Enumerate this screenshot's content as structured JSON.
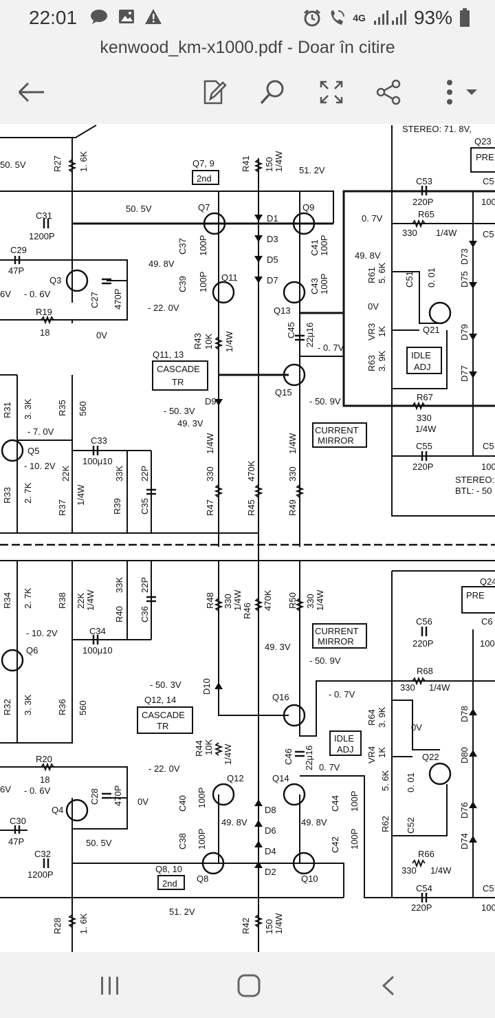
{
  "status": {
    "time": "22:01",
    "network": "4G",
    "battery": "93%",
    "icons": [
      "chat-bubble-icon",
      "image-icon",
      "warning-icon",
      "alarm-icon",
      "wifi-call-icon",
      "signal-icon",
      "battery-icon"
    ]
  },
  "document": {
    "title": "kenwood_km-x1000.pdf - Doar în citire"
  },
  "toolbar": {
    "buttons": [
      "back-icon",
      "edit-pdf-icon",
      "search-icon",
      "fit-screen-icon",
      "share-icon",
      "more-options-icon"
    ]
  },
  "schematic": {
    "labels": {
      "stereo_top": "STEREO: 71. 8V,",
      "q23_pre": "Q23",
      "pre_top": "PRE",
      "v505_top": "50. 5V",
      "r27": "R27",
      "r27_val": "1. 6K",
      "r41": "R41",
      "r41_val": "150",
      "r41_w": "1/4W",
      "q7_9": "Q7, 9",
      "second_top": "2nd",
      "v512_top": "51. 2V",
      "c53": "C53",
      "c53_val": "220P",
      "c31": "C31",
      "c31_val": "1200P",
      "v505_mid": "50. 5V",
      "q7": "Q7",
      "d1": "D1",
      "q9": "Q9",
      "v07_top": "0. 7V",
      "r65": "R65",
      "r65_val": "330",
      "r65_w": "1/4W",
      "c29": "C29",
      "c29_val": "47P",
      "c37": "C37",
      "c37_val": "100P",
      "d3": "D3",
      "c41": "C41",
      "c41_val": "100P",
      "d73": "D73",
      "q3": "Q3",
      "d5": "D5",
      "v498_top": "49. 8V",
      "v498_right": "49. 8V",
      "r61": "R61",
      "r61_val": "5. 6K",
      "c51": "C51",
      "c51_val": "0. 01",
      "d75": "D75",
      "neg06_top": "- 0. 6V",
      "c27": "C27",
      "c27_val": "470P",
      "c39": "C39",
      "c39_val": "100P",
      "q11": "Q11",
      "d7": "D7",
      "c43": "C43",
      "c43_val": "100P",
      "v6_left": "6V",
      "r19": "R19",
      "r19_val": "18",
      "neg22_top": "- 22. 0V",
      "q13": "Q13",
      "v0_right": "0V",
      "q21": "Q21",
      "c45": "C45",
      "c45_val": "22μ16",
      "vr3": "VR3",
      "vr3_val": "1K",
      "d79": "D79",
      "v0_mid": "0V",
      "r43": "R43",
      "r43_val": "10K",
      "r43_w": "1/4W",
      "neg07_mid": "- 0. 7V",
      "q11_13": "Q11, 13",
      "cascade_tr": "CASCADE",
      "tr": "TR",
      "r63": "R63",
      "r63_val": "3. 9K",
      "idle": "IDLE",
      "adj": "ADJ",
      "d77": "D77",
      "q15": "Q15",
      "neg503_top": "- 50. 3V",
      "d9": "D9",
      "neg509_top": "- 50. 9V",
      "r67": "R67",
      "r67_val": "330",
      "r67_w": "1/4W",
      "r31": "R31",
      "r31_val": "3. 3K",
      "r35": "R35",
      "r35_val": "560",
      "v493_top": "49. 3V",
      "current": "CURRENT",
      "mirror": "MIRROR",
      "neg70": "- 7. 0V",
      "c33": "C33",
      "c33_val": "100μ10",
      "c55": "C55",
      "c55_val": "220P",
      "q5": "Q5",
      "neg102_top": "- 10. 2V",
      "r37_val": "22K",
      "r47_val": "330",
      "r47_w": "1/4W",
      "r45_val": "470K",
      "r49_val": "330",
      "r49_w": "1/4W",
      "stereo_btl": "STEREO:",
      "btl": "BTL: - 50",
      "r33": "R33",
      "r33_val": "2. 7K",
      "r37": "R37",
      "r37_w": "1/4W",
      "r39": "R39",
      "r39_val": "33K",
      "c35": "C35",
      "c35_val": "22P",
      "r47": "R47",
      "r45": "R45",
      "r49": "R49",
      "q24": "Q24",
      "pre_bot": "PRE",
      "r34": "R34",
      "r34_val": "2. 7K",
      "r38": "R38",
      "r38_val": "22K",
      "r38_w": "1/4W",
      "r40": "R40",
      "r40_val": "33K",
      "c36": "C36",
      "c36_val": "22P",
      "r48": "R48",
      "r48_val": "330",
      "r48_w": "1/4W",
      "r46": "R46",
      "r46_val": "470K",
      "r50": "R50",
      "r50_val": "330",
      "r50_w": "1/4W",
      "c56": "C56",
      "c56_val": "220P",
      "neg102_bot": "- 10. 2V",
      "c34": "C34",
      "c34_val": "100μ10",
      "v493_bot": "49. 3V",
      "q6": "Q6",
      "neg509_bot": "- 50. 9V",
      "r68": "R68",
      "r68_val": "330",
      "r68_w": "1/4W",
      "neg503_bot": "- 50. 3V",
      "d10": "D10",
      "q16": "Q16",
      "neg07_bot": "- 0. 7V",
      "q12_14": "Q12, 14",
      "r32": "R32",
      "r32_val": "3. 3K",
      "r36": "R36",
      "r36_val": "560",
      "r64": "R64",
      "r64_val": "3. 9K",
      "d78": "D78",
      "v0_bot_right": "0V",
      "r20": "R20",
      "r20_val": "18",
      "r44": "R44",
      "r44_val": "10K",
      "r44_w": "1/4W",
      "c46": "C46",
      "c46_val": "22μ16",
      "vr4": "VR4",
      "vr4_val": "1K",
      "q22": "Q22",
      "d80": "D80",
      "v6_bot": "6V",
      "neg06_bot": "- 0. 6V",
      "c28": "C28",
      "c28_val": "470P",
      "neg22_bot": "- 22. 0V",
      "v07_bot": "0. 7V",
      "q4": "Q4",
      "v0_bot": "0V",
      "q12": "Q12",
      "d8": "D8",
      "q14": "Q14",
      "c40": "C40",
      "c40_val": "100P",
      "c44": "C44",
      "c44_val": "100P",
      "r62": "R62",
      "r62_val": "5. 6K",
      "c52": "C52",
      "c52_val": "0. 01",
      "d76": "D76",
      "c30": "C30",
      "c30_val": "47P",
      "v498_bot_left": "49. 8V",
      "d6": "D6",
      "v498_bot_right": "49. 8V",
      "v505_bot": "50. 5V",
      "d4": "D4",
      "c38": "C38",
      "c38_val": "100P",
      "c42": "C42",
      "c42_val": "100P",
      "d74": "D74",
      "c32": "C32",
      "c32_val": "1200P",
      "q8_10": "Q8, 10",
      "second_bot": "2nd",
      "q8": "Q8",
      "d2": "D2",
      "q10": "Q10",
      "r66": "R66",
      "r66_val": "330",
      "r66_w": "1/4W",
      "c54": "C54",
      "c54_val": "220P",
      "v512_bot": "51. 2V",
      "r28": "R28",
      "r28_val": "1. 6K",
      "r42": "R42",
      "r42_val": "150",
      "r42_w": "1/4W",
      "c5_top": "C5",
      "v100_top": "100",
      "c5_mid": "C5",
      "v100_mid": "100",
      "c6_bot": "C6",
      "v100_bot": "100",
      "c5_bot": "C5",
      "v100_bot2": "100"
    }
  },
  "nav": {
    "buttons": [
      "recent-apps-icon",
      "home-icon",
      "back-nav-icon"
    ]
  }
}
